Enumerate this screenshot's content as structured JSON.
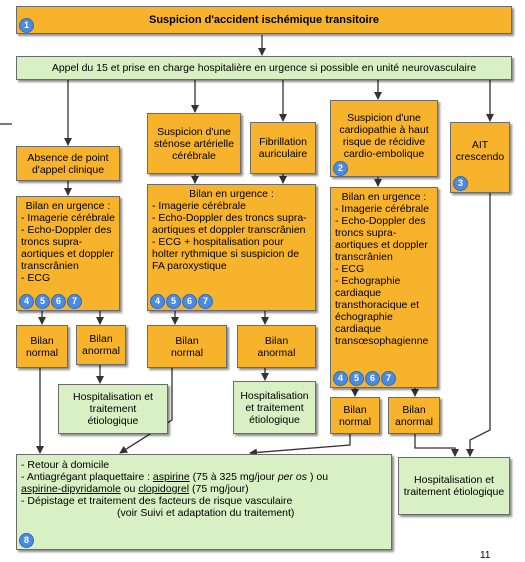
{
  "title": "Suspicion d'accident ischémique transitoire",
  "appel": "Appel du 15 et prise en charge hospitalière en urgence si possible en unité neurovasculaire",
  "col1": {
    "head": "Absence de point d'appel clinique",
    "bilan_title": "Bilan en urgence :",
    "bilan_items": [
      "- Imagerie cérébrale",
      "- Echo-Doppler des",
      "troncs supra-",
      "aortiques et doppler",
      "transcrânien",
      "- ECG"
    ]
  },
  "col2": {
    "head": "Suspicion d'une sténose artérielle cérébrale",
    "bilan_title": "Bilan en urgence :",
    "bilan_items": [
      "- Imagerie cérébrale",
      "- Echo-Doppler des troncs supra-",
      "aortiques et doppler transcrânien",
      "- ECG + hospitalisation pour",
      "holter rythmique si suspicion de",
      "FA paroxystique"
    ]
  },
  "col3": {
    "head": "Fibrillation auriculaire"
  },
  "col4": {
    "head": "Suspicion d'une cardiopathie à haut risque de récidive cardio-embolique",
    "bilan_title": "Bilan en urgence :",
    "bilan_items": [
      "- Imagerie cérébrale",
      "- Echo-Doppler des",
      "troncs supra-",
      "aortiques et doppler",
      "transcrânien",
      "- ECG",
      "- Echographie",
      "cardiaque",
      "transthoracique et",
      "échographie",
      "cardiaque",
      "transœsophagienne"
    ]
  },
  "col5": {
    "head": "AIT crescendo"
  },
  "bilan_normal": "Bilan normal",
  "bilan_anormal": "Bilan anormal",
  "hosp": "Hospitalisation et traitement étiologique",
  "bottom": {
    "line1": "- Retour à domicile",
    "line2_a": "- Antiagrégant plaquettaire : ",
    "aspirine": "aspirine",
    "line2_b": " (75 à 325 mg/jour ",
    "per_os": "per os",
    "line2_c": " ) ou",
    "asp_dip": "aspirine-dipyridamole",
    "ou": " ou ",
    "clopidogrel": "clopidogrel",
    "line3_b": " (75 mg/jour)",
    "line4": "- Dépistage et traitement des facteurs de risque vasculaire",
    "line5": "(voir Suivi et adaptation du traitement)"
  },
  "badges": {
    "b1": "1",
    "b2": "2",
    "b3": "3",
    "b4": "4",
    "b5": "5",
    "b6": "6",
    "b7": "7",
    "b8": "8"
  },
  "page_number": "11",
  "colors": {
    "orange": "#f7b32b",
    "green": "#d9efc4",
    "badge": "#4a8be0"
  }
}
